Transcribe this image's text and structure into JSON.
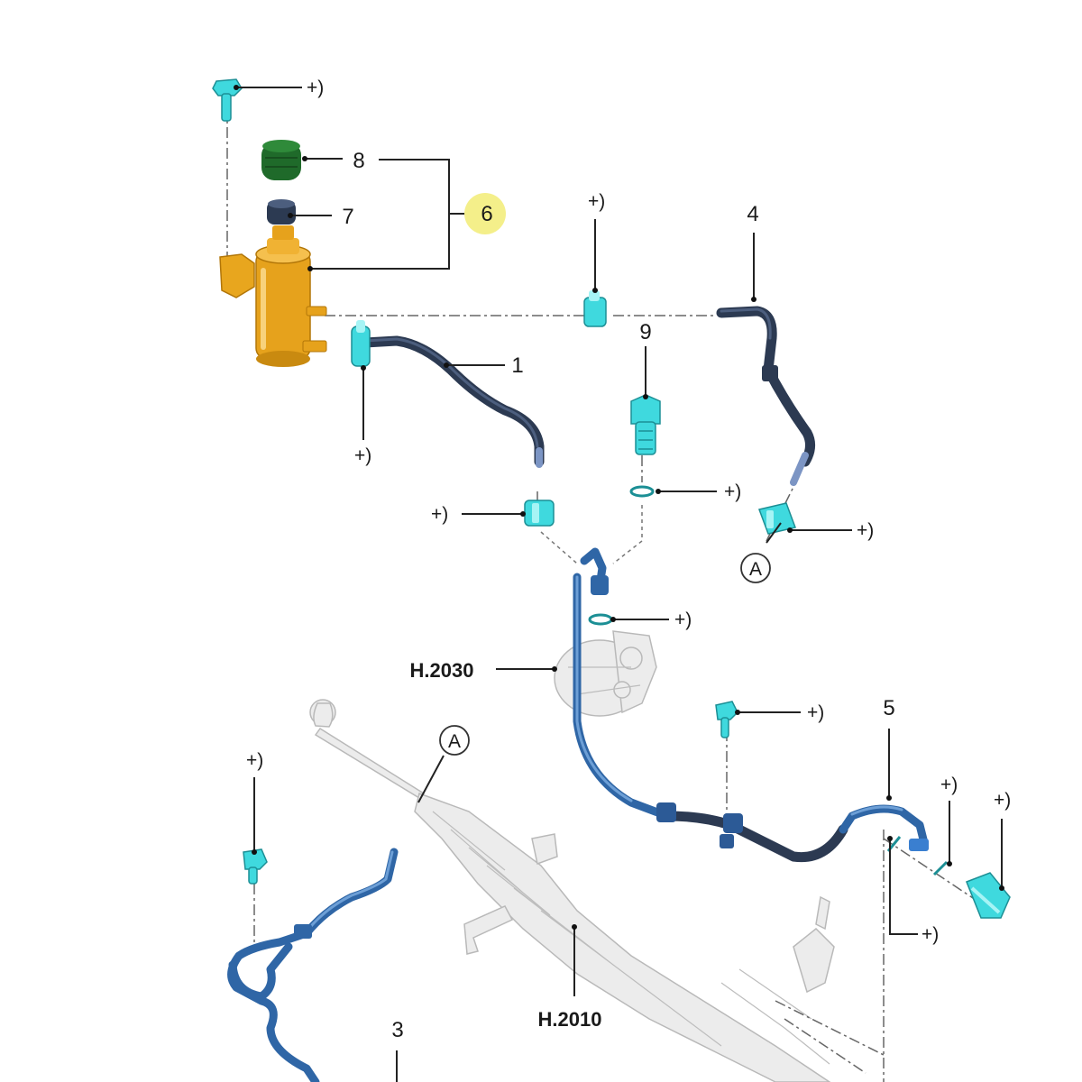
{
  "diagram": {
    "part_labels": {
      "p1": "1",
      "p3": "3",
      "p4": "4",
      "p5": "5",
      "p6": "6",
      "p7": "7",
      "p8": "8",
      "p9": "9"
    },
    "reference_labels": {
      "h2030": "H.2030",
      "h2010": "H.2010"
    },
    "detail_marker": "A",
    "fastener_note": "+)",
    "highlight_color": "#f4ef8a",
    "colors": {
      "reservoir": "#e6a21c",
      "clip": "#3fd9de",
      "hose_dark": "#2c3a52",
      "hose_blue": "#2f66a6",
      "filter_cap": "#1f6a2a",
      "ghost_parts": "#ececec"
    },
    "icons": [
      "screw-icon",
      "filter-icon",
      "reservoir-icon",
      "clamp-icon",
      "hollow-bolt-icon",
      "seal-ring-icon",
      "pump-icon",
      "steering-rack-icon"
    ]
  }
}
